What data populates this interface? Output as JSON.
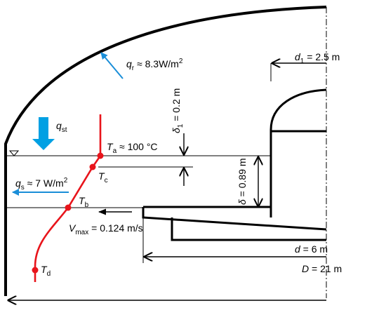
{
  "labels": {
    "qr": {
      "sym": "q",
      "sub": "r",
      "rest": " ≈ 8.3W/m",
      "sup": "2"
    },
    "qst": {
      "sym": "q",
      "sub": "st"
    },
    "qs": {
      "sym": "q",
      "sub": "s",
      "rest": " ≈ 7 W/m",
      "sup": "2"
    },
    "Ta": {
      "sym": "T",
      "sub": "a",
      "rest": " ≈ 100 °C"
    },
    "Tc": {
      "sym": "T",
      "sub": "c"
    },
    "Tb": {
      "sym": "T",
      "sub": "b"
    },
    "Td": {
      "sym": "T",
      "sub": "d"
    },
    "d1": {
      "sym": "d",
      "sub": "1",
      "rest": " = 2.5 m"
    },
    "delta1": {
      "sym": "δ",
      "sub": "1",
      "rest": " = 0.2 m"
    },
    "delta": {
      "sym": "δ",
      "rest": " = 0.89 m"
    },
    "vmax": {
      "sym": "V",
      "sub": "max",
      "rest": " = 0.124 m/s"
    },
    "d": {
      "sym": "d",
      "rest": " = 6 m"
    },
    "D": {
      "sym": "D",
      "rest": " = 21 m"
    }
  },
  "colors": {
    "outline": "#000000",
    "profile": "#e8141b",
    "heat_arrow": "#00a0e3",
    "heat_arrow_small": "#1a8ed8"
  }
}
